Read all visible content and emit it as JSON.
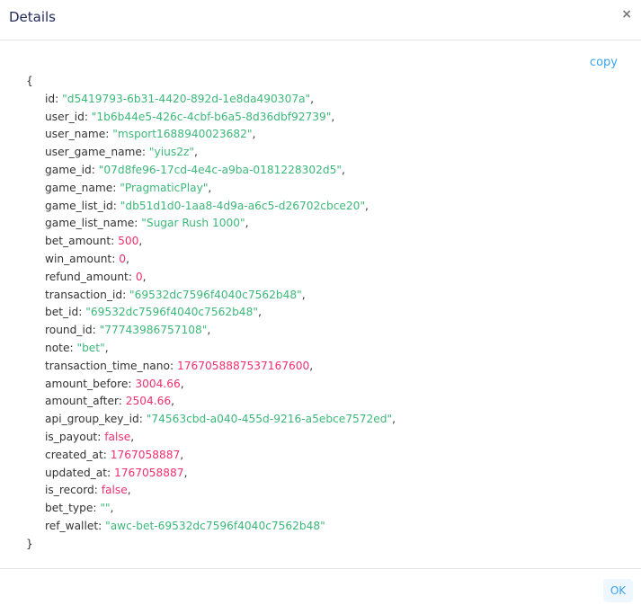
{
  "dialog": {
    "title": "Details",
    "close_label": "×",
    "copy_label": "copy",
    "ok_label": "OK"
  },
  "json": {
    "open_brace": "{",
    "close_brace": "}",
    "fields": [
      {
        "key": "id",
        "value": "d5419793-6b31-4420-892d-1e8da490307a",
        "type": "string"
      },
      {
        "key": "user_id",
        "value": "1b6b44e5-426c-4cbf-b6a5-8d36dbf92739",
        "type": "string"
      },
      {
        "key": "user_name",
        "value": "msport1688940023682",
        "type": "string"
      },
      {
        "key": "user_game_name",
        "value": "yius2z",
        "type": "string"
      },
      {
        "key": "game_id",
        "value": "07d8fe96-17cd-4e4c-a9ba-0181228302d5",
        "type": "string"
      },
      {
        "key": "game_name",
        "value": "PragmaticPlay",
        "type": "string"
      },
      {
        "key": "game_list_id",
        "value": "db51d1d0-1aa8-4d9a-a6c5-d26702cbce20",
        "type": "string"
      },
      {
        "key": "game_list_name",
        "value": "Sugar Rush 1000",
        "type": "string"
      },
      {
        "key": "bet_amount",
        "value": "500",
        "type": "number"
      },
      {
        "key": "win_amount",
        "value": "0",
        "type": "number"
      },
      {
        "key": "refund_amount",
        "value": "0",
        "type": "number"
      },
      {
        "key": "transaction_id",
        "value": "69532dc7596f4040c7562b48",
        "type": "string"
      },
      {
        "key": "bet_id",
        "value": "69532dc7596f4040c7562b48",
        "type": "string"
      },
      {
        "key": "round_id",
        "value": "77743986757108",
        "type": "string"
      },
      {
        "key": "note",
        "value": "bet",
        "type": "string"
      },
      {
        "key": "transaction_time_nano",
        "value": "1767058887537167600",
        "type": "number"
      },
      {
        "key": "amount_before",
        "value": "3004.66",
        "type": "number"
      },
      {
        "key": "amount_after",
        "value": "2504.66",
        "type": "number"
      },
      {
        "key": "api_group_key_id",
        "value": "74563cbd-a040-455d-9216-a5ebce7572ed",
        "type": "string"
      },
      {
        "key": "is_payout",
        "value": "false",
        "type": "boolean"
      },
      {
        "key": "created_at",
        "value": "1767058887",
        "type": "number"
      },
      {
        "key": "updated_at",
        "value": "1767058887",
        "type": "number"
      },
      {
        "key": "is_record",
        "value": "false",
        "type": "boolean"
      },
      {
        "key": "bet_type",
        "value": "",
        "type": "string"
      },
      {
        "key": "ref_wallet",
        "value": "awc-bet-69532dc7596f4040c7562b48",
        "type": "string"
      }
    ]
  }
}
